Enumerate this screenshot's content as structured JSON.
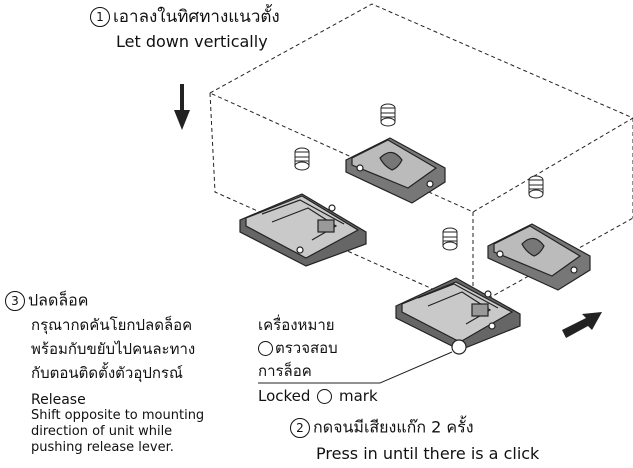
{
  "step1": {
    "number": "1",
    "label_th": "เอาลงในทิศทางแนวตั้ง",
    "label_en": "Let down vertically"
  },
  "step2": {
    "number": "2",
    "label_th": "กดจนมีเสียงแก๊ก 2 ครั้ง",
    "label_en": "Press in until there is a click"
  },
  "step3": {
    "number": "3",
    "label_th": "ปลดล็อค",
    "desc_th": [
      "กรุณากดคันโยกปลดล็อค",
      "พร้อมกับขยับไปคนละทาง",
      "กับตอนติดตั้งตัวอุปกรณ์"
    ],
    "label_en": "Release",
    "desc_en": [
      "Shift opposite to mounting",
      "direction of unit while",
      "pushing release lever."
    ]
  },
  "mark": {
    "label_th": [
      "เครื่องหมาย",
      "ตรวจสอบ",
      "การล็อค"
    ],
    "label_en": "Locked",
    "label_en_suffix": "mark"
  }
}
